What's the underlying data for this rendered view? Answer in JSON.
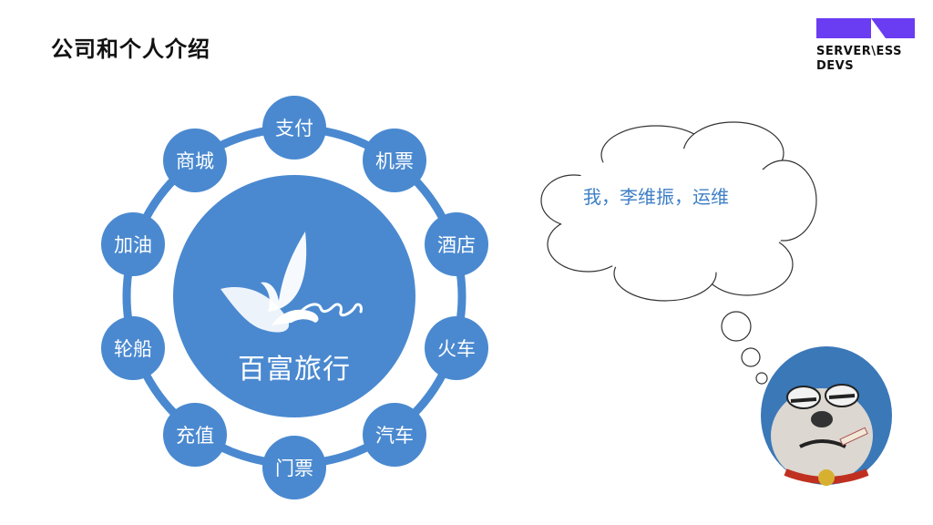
{
  "title": "公司和个人介绍",
  "logo": {
    "line1": "SERVER\\ESS",
    "line2": "DEVS",
    "colors": [
      "#6a3cf2",
      "#111111"
    ]
  },
  "wheel": {
    "center_label": "百富旅行",
    "nodes": [
      "支付",
      "机票",
      "酒店",
      "火车",
      "汽车",
      "门票",
      "充值",
      "轮船",
      "加油",
      "商城"
    ],
    "color": "#4a89d0"
  },
  "thought_bubble": {
    "text": "我，李维振，运维"
  }
}
